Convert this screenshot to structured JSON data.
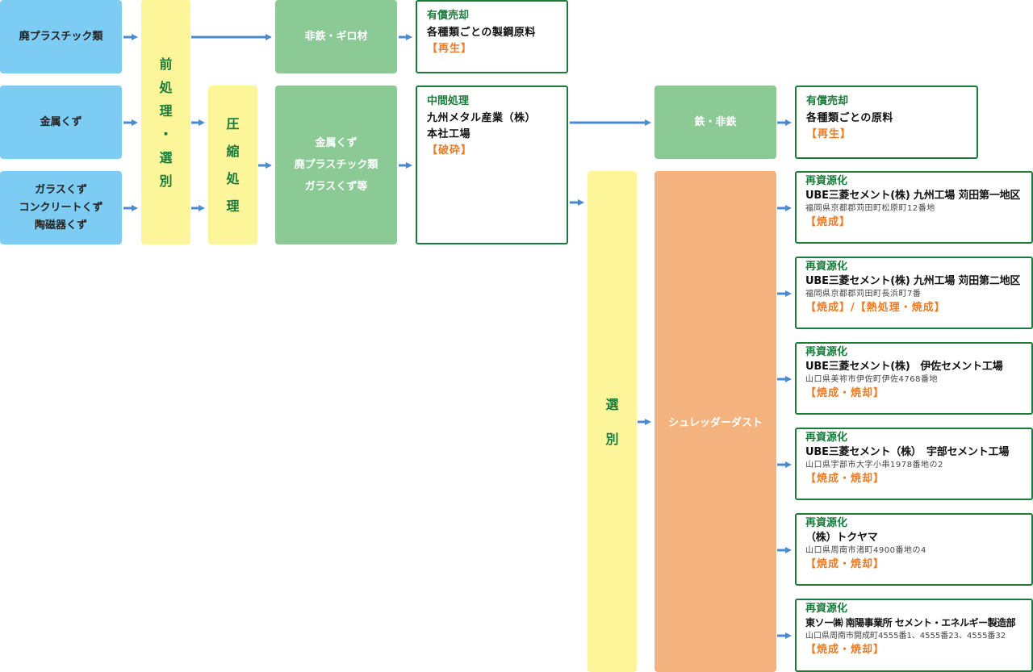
{
  "sources": {
    "plastic": "廃プラスチック類",
    "metal": "金属くず",
    "glass": [
      "ガラスくず",
      "コンクリートくず",
      "陶磁器くず"
    ]
  },
  "pretreatment": [
    "前",
    "処",
    "理",
    "・",
    "選",
    "別"
  ],
  "compression": [
    "圧",
    "縮",
    "処",
    "理"
  ],
  "materials": {
    "nonferrous_scrap": "非鉄・ギロ材",
    "mixed": [
      "金属くず",
      "廃プラスチック類",
      "ガラスくず等"
    ],
    "iron_nonferrous": "鉄・非鉄"
  },
  "sorting": [
    "選",
    "別"
  ],
  "shredder_dust": "シュレッダーダスト",
  "results": {
    "sale1": {
      "title": "有償売却",
      "line": "各種類ごとの製鋼原料",
      "tag": "【再生】"
    },
    "middle": {
      "title": "中間処理",
      "lines": [
        "九州メタル産業（株）",
        "本社工場"
      ],
      "tag": "【破砕】"
    },
    "sale2": {
      "title": "有償売却",
      "line": "各種類ごとの原料",
      "tag": "【再生】"
    }
  },
  "recycling": [
    {
      "title": "再資源化",
      "name": "UBE三菱セメント(株) 九州工場 苅田第一地区",
      "address": "福岡県京都郡苅田町松原町12番地",
      "tag": "【焼成】"
    },
    {
      "title": "再資源化",
      "name": "UBE三菱セメント(株) 九州工場 苅田第二地区",
      "address": "福岡県京都郡苅田町長浜町7番",
      "tag": "【焼成】/【熱処理・焼成】"
    },
    {
      "title": "再資源化",
      "name": "UBE三菱セメント(株)　伊佐セメント工場",
      "address": "山口県美祢市伊佐町伊佐4768番地",
      "tag": "【焼成・焼却】"
    },
    {
      "title": "再資源化",
      "name": "UBE三菱セメント（株）　宇部セメント工場",
      "address": "山口県宇部市大字小串1978番地の2",
      "tag": "【焼成・焼却】"
    },
    {
      "title": "再資源化",
      "name": "（株）トクヤマ",
      "address": "山口県周南市渚町4900番地の4",
      "tag": "【焼成・焼却】"
    },
    {
      "title": "再資源化",
      "name": "東ソー㈱ 南陽事業所 セメント・エネルギー製造部",
      "address": "山口県周南市開成町4555番1、4555番23、4555番32",
      "tag": "【焼成・焼却】"
    }
  ],
  "colors": {
    "arrow": "#4a8bd0",
    "source": "#7dccf3",
    "process": "#fdf59a",
    "material": "#8bc995",
    "dust": "#f4b27e",
    "accent_text": "#1a7a3a",
    "tag": "#ee7a22"
  }
}
